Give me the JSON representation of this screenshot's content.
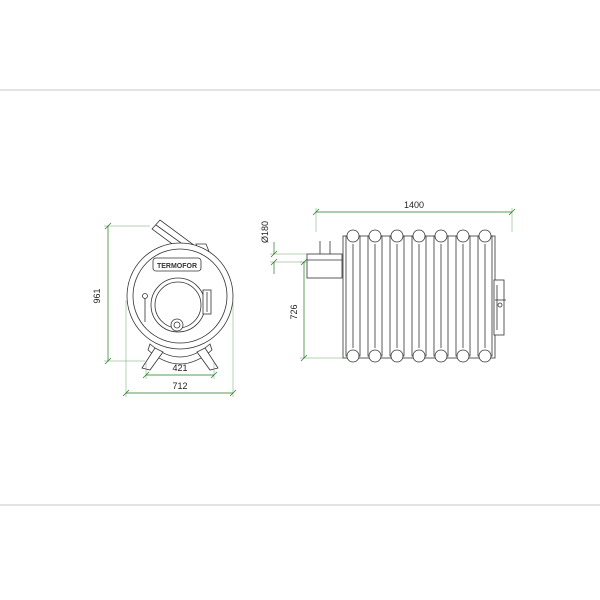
{
  "front_view": {
    "logo_text": "TERMOFOR",
    "dim_height": "961",
    "dim_inner_width": "421",
    "dim_total_width": "712"
  },
  "side_view": {
    "dim_flue_diameter": "Ø180",
    "dim_flue_height": "726",
    "dim_length": "1400"
  },
  "colors": {
    "dimension_line": "#1f7a1f",
    "part_outline": "#333333",
    "frame": "#b5b5b5"
  }
}
